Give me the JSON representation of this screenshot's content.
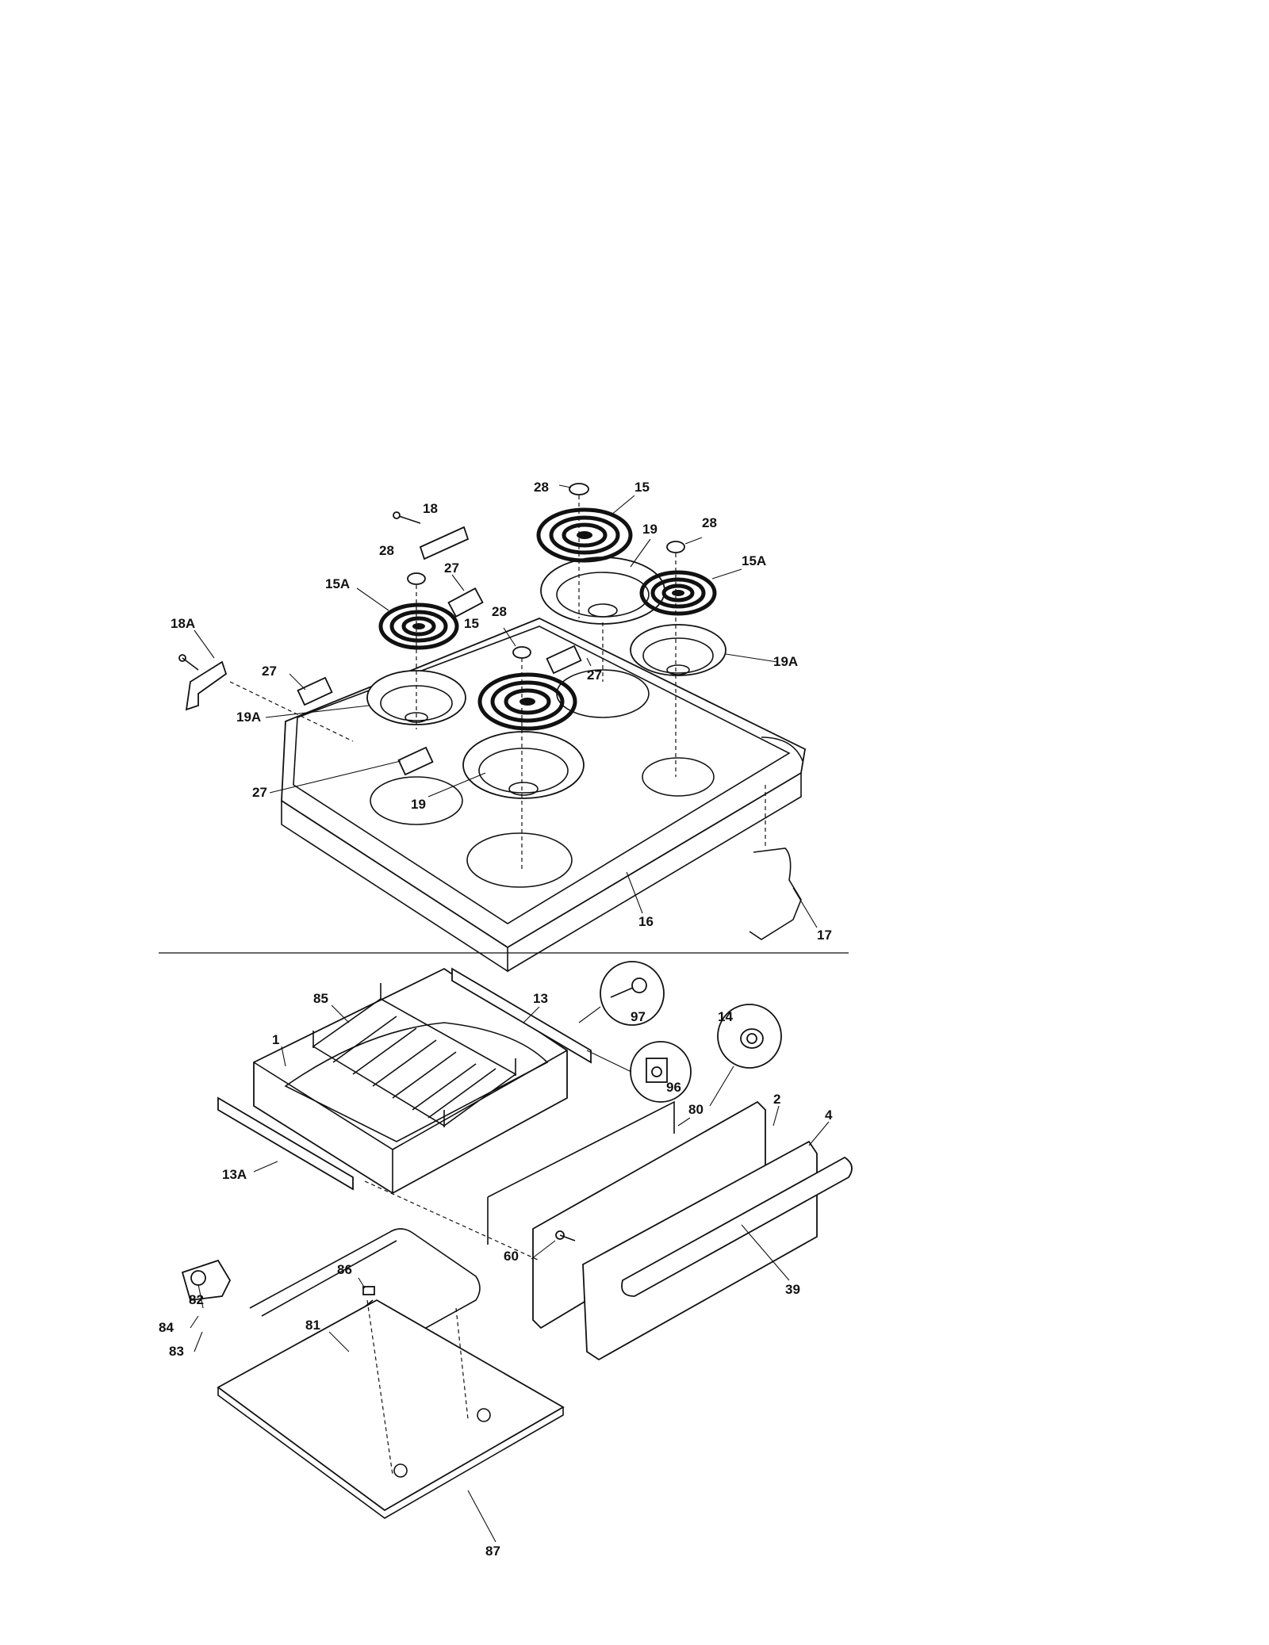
{
  "labels": {
    "l_28a": "28",
    "l_15a": "15",
    "l_18": "18",
    "l_19a": "19",
    "l_28b": "28",
    "l_28c": "28",
    "l_27a": "27",
    "l_15A_right": "15A",
    "l_15A_left": "15A",
    "l_18A": "18A",
    "l_28d": "28",
    "l_15b": "15",
    "l_19A_right": "19A",
    "l_27b": "27",
    "l_27c": "27",
    "l_19A_left": "19A",
    "l_27d": "27",
    "l_19b": "19",
    "l_16": "16",
    "l_17": "17",
    "l_85": "85",
    "l_13": "13",
    "l_97": "97",
    "l_14": "14",
    "l_1": "1",
    "l_96": "96",
    "l_80": "80",
    "l_2": "2",
    "l_4": "4",
    "l_13A": "13A",
    "l_60": "60",
    "l_39": "39",
    "l_82": "82",
    "l_86": "86",
    "l_81": "81",
    "l_84": "84",
    "l_83": "83",
    "l_87": "87"
  }
}
